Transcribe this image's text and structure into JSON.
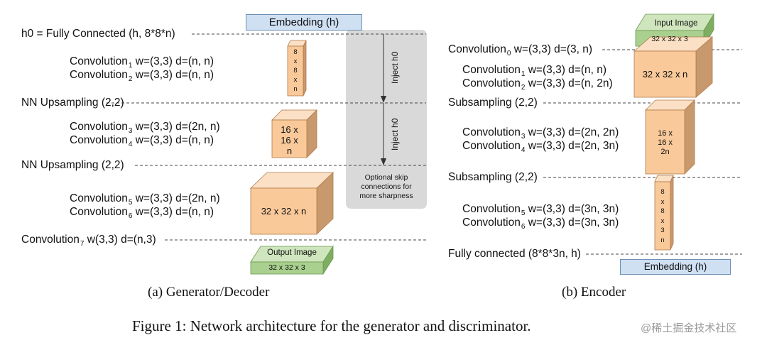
{
  "generator": {
    "embedding": "Embedding (h)",
    "h0_line": "h0 = Fully Connected (h, 8*8*n)",
    "conv1": {
      "name": "Convolution",
      "sub": "1",
      "params": "w=(3,3) d=(n, n)"
    },
    "conv2": {
      "name": "Convolution",
      "sub": "2",
      "params": "w=(3,3) d=(n, n)"
    },
    "up1": "NN Upsampling (2,2)",
    "conv3": {
      "name": "Convolution",
      "sub": "3",
      "params": "w=(3,3) d=(2n, n)"
    },
    "conv4": {
      "name": "Convolution",
      "sub": "4",
      "params": "w=(3,3) d=(n, n)"
    },
    "up2": "NN Upsampling (2,2)",
    "conv5": {
      "name": "Convolution",
      "sub": "5",
      "params": "w=(3,3) d=(2n, n)"
    },
    "conv6": {
      "name": "Convolution",
      "sub": "6",
      "params": "w=(3,3) d=(n, n)"
    },
    "conv7": {
      "name": "Convolution",
      "sub": "7",
      "params": "w(3,3) d=(n,3)"
    },
    "cube_small": [
      "8",
      "x",
      "8",
      "x",
      "n"
    ],
    "cube_mid": [
      "16 x",
      "16 x",
      "n"
    ],
    "cube_big": "32 x 32 x n",
    "output_label": "Output Image",
    "output_size": "32 x 32 x 3",
    "inject1": "Inject h0",
    "inject2": "Inject h0",
    "skip_note": [
      "Optional skip",
      "connections for",
      "more sharpness"
    ],
    "caption": "(a) Generator/Decoder"
  },
  "encoder": {
    "input_label": "Input Image",
    "input_size": "32 x 32 x 3",
    "conv0": {
      "name": "Convolution",
      "sub": "0",
      "params": "w=(3,3) d=(3, n)"
    },
    "conv1": {
      "name": "Convolution",
      "sub": "1",
      "params": "w=(3,3) d=(n, n)"
    },
    "conv2": {
      "name": "Convolution",
      "sub": "2",
      "params": "w=(3,3) d=(n, 2n)"
    },
    "sub1": "Subsampling (2,2)",
    "conv3": {
      "name": "Convolution",
      "sub": "3",
      "params": "w=(3,3) d=(2n, 2n)"
    },
    "conv4": {
      "name": "Convolution",
      "sub": "4",
      "params": "w=(3,3) d=(2n, 3n)"
    },
    "sub2": "Subsampling (2,2)",
    "conv5": {
      "name": "Convolution",
      "sub": "5",
      "params": "w=(3,3) d=(3n, 3n)"
    },
    "conv6": {
      "name": "Convolution",
      "sub": "6",
      "params": "w=(3,3) d=(3n, 3n)"
    },
    "fc": "Fully connected (8*8*3n, h)",
    "embedding": "Embedding (h)",
    "cube_big": "32 x 32 x n",
    "cube_mid": [
      "16 x",
      "16 x",
      "2n"
    ],
    "cube_small": [
      "8",
      "x",
      "8",
      "x",
      "3",
      "n"
    ],
    "caption": "(b) Encoder"
  },
  "figure_caption": "Figure 1: Network architecture for the generator and discriminator.",
  "watermark": "@稀土掘金技术社区",
  "colors": {
    "cube_front": "#f9c99a",
    "cube_side": "#c8996c",
    "cube_top": "#fbe0c6",
    "cube_stroke": "#b07a4a",
    "green_front": "#a9d08e",
    "green_top": "#cfe5bd",
    "green_side": "#7fae63",
    "blue_box": "#cfe0f3",
    "skip_panel": "#d9d9d9"
  }
}
